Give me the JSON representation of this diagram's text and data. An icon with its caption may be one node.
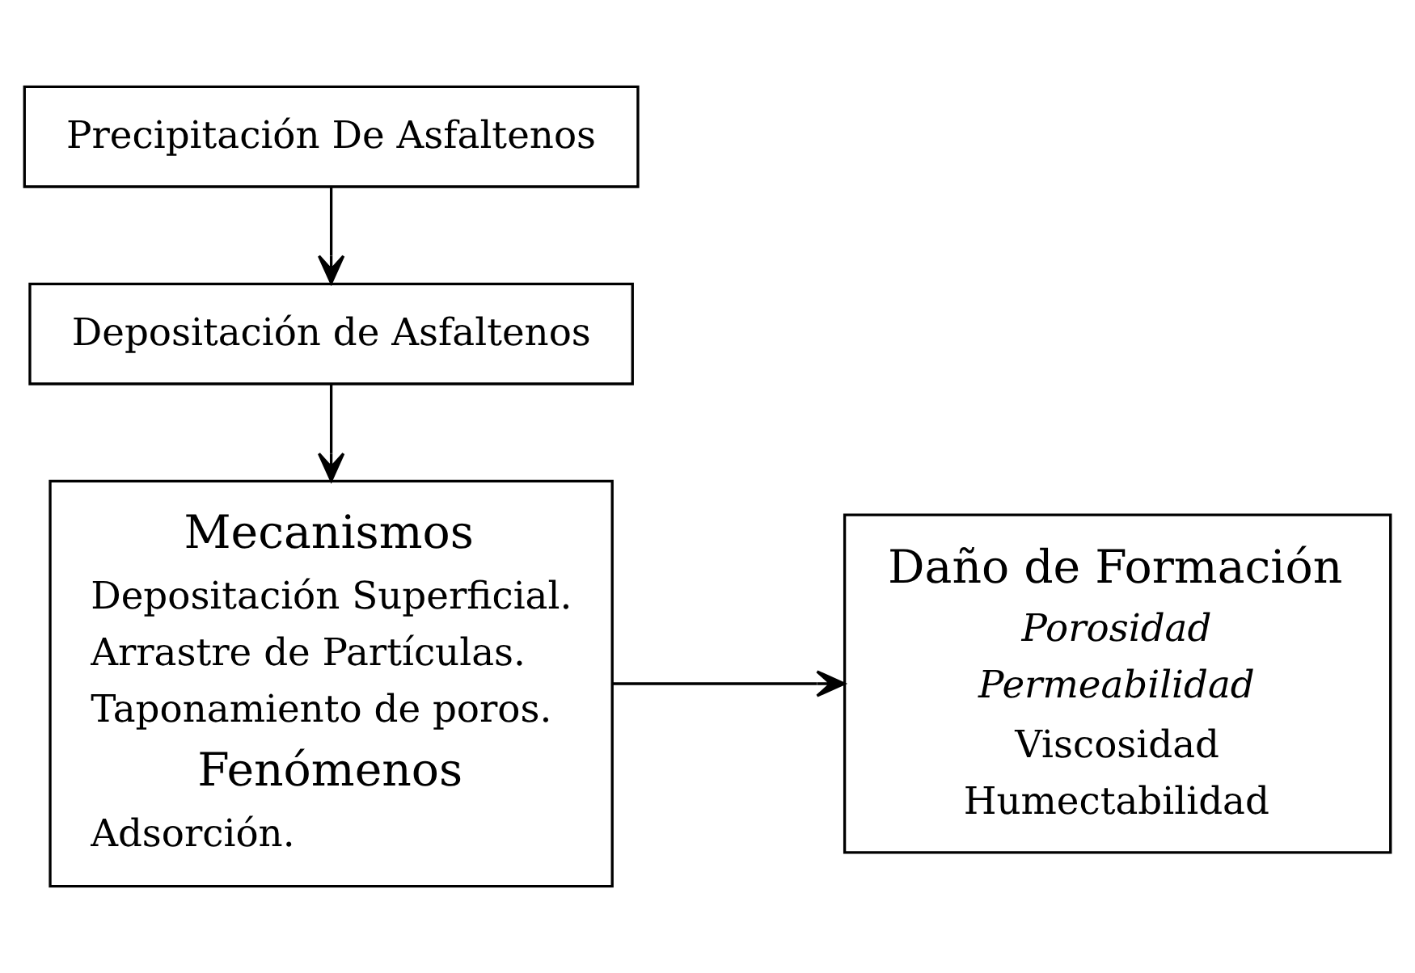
{
  "diagram": {
    "nodes": [
      {
        "text": [
          "Precipitación De Asfaltenos"
        ]
      },
      {
        "text": [
          "Depositación de Asfaltenos"
        ]
      },
      {
        "text": [
          "Mecanismos",
          "Depositación Superficial.",
          "Arrastre de Partículas.",
          "Taponamiento de poros.",
          "Fenómenos",
          "Adsorción."
        ]
      },
      {
        "text": [
          "Daño de Formación",
          "Porosidad",
          "Permeabilidad",
          "Viscosidad",
          "Humectabilidad"
        ]
      }
    ],
    "edges": [
      {
        "from": 0,
        "to": 1,
        "arrow": "to"
      },
      {
        "from": 1,
        "to": 2,
        "arrow": "to"
      },
      {
        "from": 2,
        "to": 3,
        "arrow": "to"
      }
    ]
  }
}
